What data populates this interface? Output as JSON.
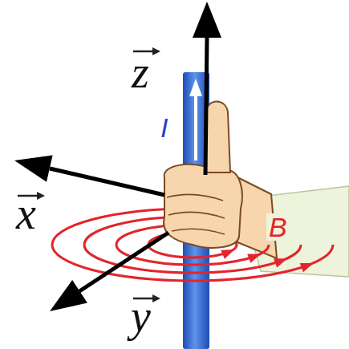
{
  "diagram": {
    "labels": [
      "z",
      "x",
      "y",
      "I",
      "B"
    ]
  }
}
